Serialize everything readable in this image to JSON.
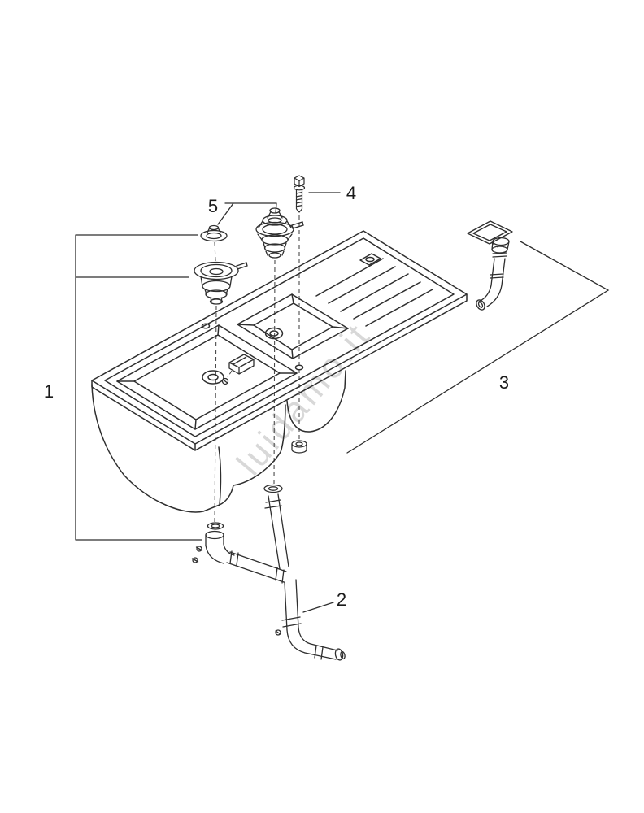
{
  "diagram": {
    "watermark": "luidamo.it",
    "labels": {
      "part1": "1",
      "part2": "2",
      "part3": "3",
      "part4": "4",
      "part5": "5"
    },
    "colors": {
      "line": "#2e2e2e",
      "watermark": "#d4d4d4"
    }
  }
}
